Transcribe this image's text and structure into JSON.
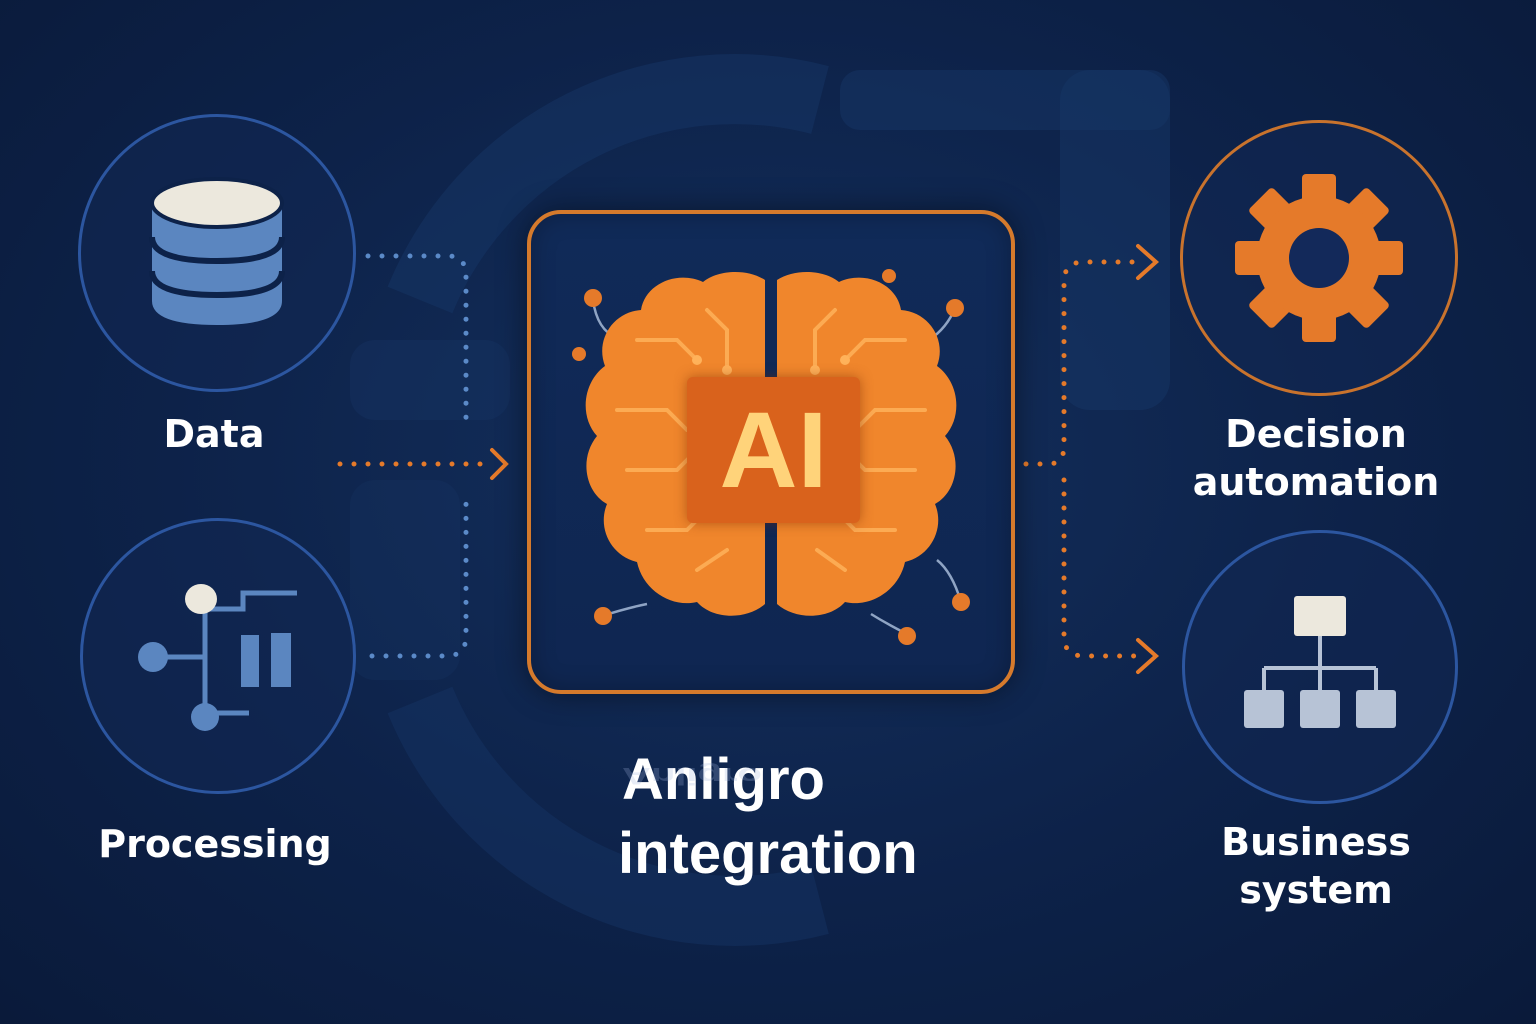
{
  "nodes": {
    "data": {
      "label": "Data"
    },
    "processing": {
      "label": "Processing"
    },
    "decision": {
      "label": "Decision\nautomation"
    },
    "business": {
      "label": "Business\nsystem"
    }
  },
  "core": {
    "badge": "AI",
    "title_line1": "Anligro",
    "title_line2": "integration"
  },
  "colors": {
    "background": "#0d2249",
    "accent_orange": "#e57a2a",
    "accent_blue": "#5b8ac8",
    "circle_blue_border": "#2c56a0",
    "circle_orange_border": "#c9732d",
    "badge": "#d9621c"
  },
  "icons": {
    "data": "database-icon",
    "processing": "flowchart-icon",
    "decision": "gear-icon",
    "business": "org-chart-icon",
    "core": "brain-icon"
  }
}
